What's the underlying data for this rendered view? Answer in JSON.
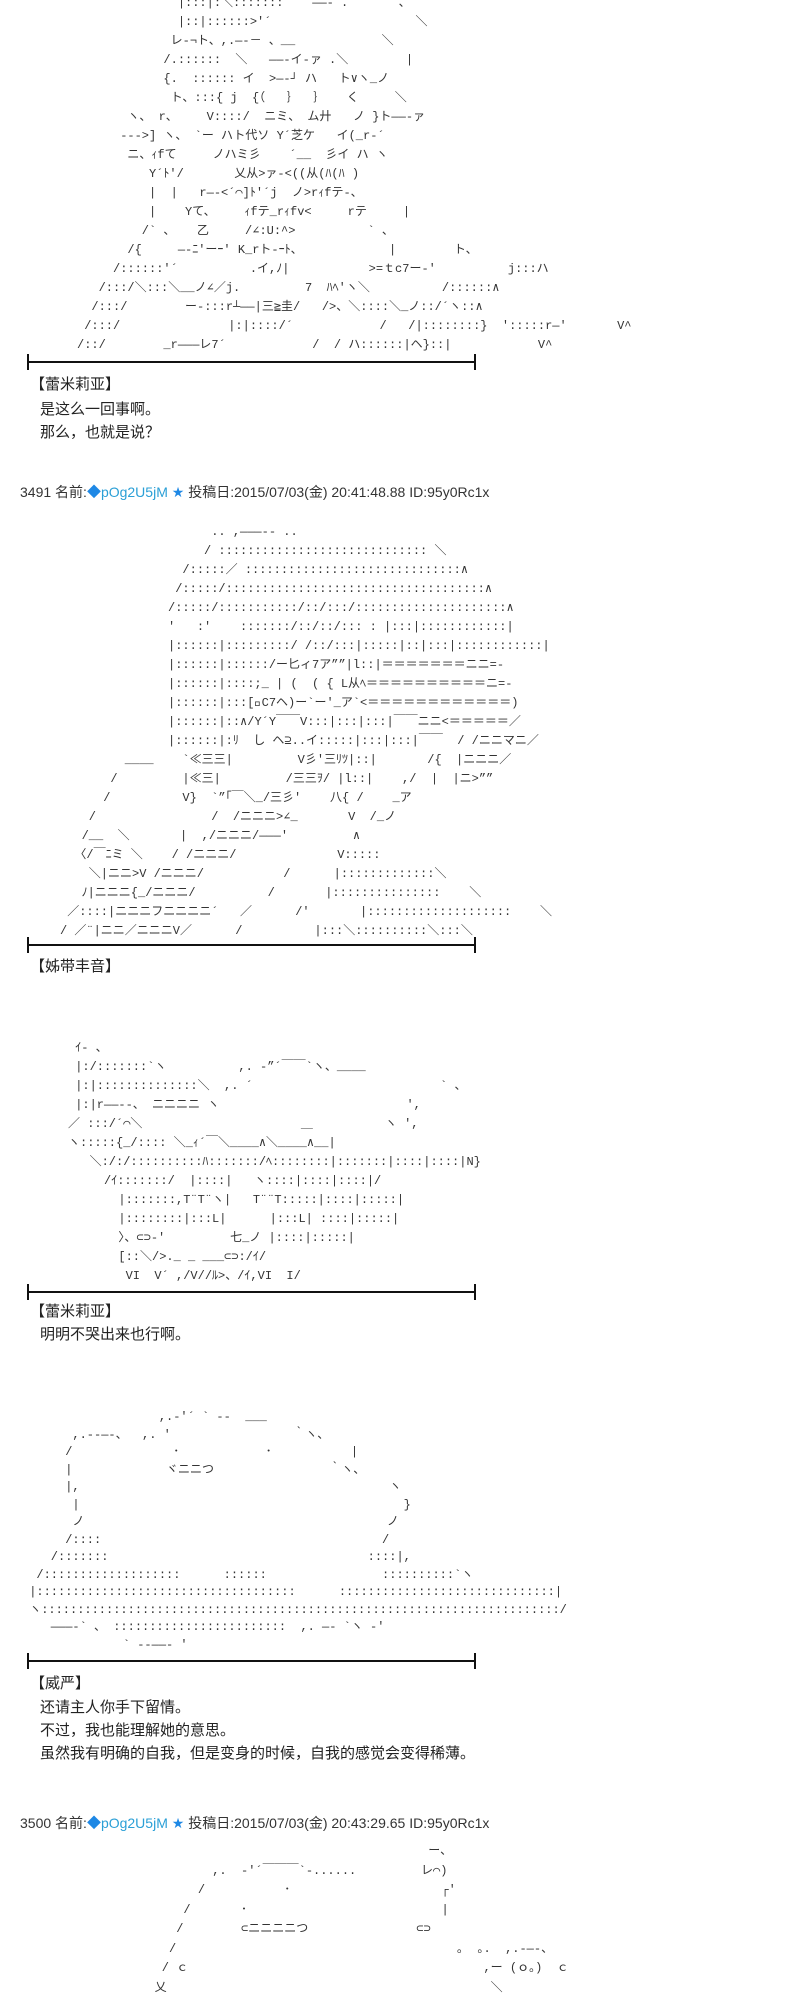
{
  "sections": [
    {
      "art": [
        "              |:::|:＼:::::::    ――‐ .     ` 、",
        "              |::|::::::>'´                    ＼",
        "             レ‐¬ト、,.―‐－ 、__            ＼",
        "            /.::::::  ＼   ――‐イ-ァ .＼        |",
        "            {.  :::::: イ  >―‐┘ ハ   ト∨ヽ_ノ",
        "             ト、:::{ j  {（   ｝  ｝   く     ＼",
        "       ヽ、 r、    V::::/  ニミ、 ム廾   ノ }ト――‐ァ",
        "      --->] ヽ、 `ー ハト代ソ Y´芝ケ   イ(_r‐´",
        "       ニ、ｨfて     ノハミ彡    ´__  彡イ ハ ヽ",
        "          Y´ﾄ'/       乂从>ァ‐<((从(ﾊ(ﾊ )",
        "          |  |   r―‐<´⌒]ﾄ'´j  ノ>rｨfテ-、",
        "          |    Yて、    ｨfテ_rｨfv<     rテ     |",
        "         /` 、   乙     /∠:U:^>          ` 、",
        "       /{     ―‐ﾆ'ーｰ' K_rト-ｰﾄ、            |        ト、",
        "     /::::::'´          .イ,ﾉ|           >=ｔc7ー‐'          j:::ハ",
        "   /:::/＼:::＼__ノ∠／j.         7  ﾊﾍ'ヽ＼          /::::::∧",
        "  /:::/        ー-:::r┴――|三≧圭/   />、＼::::＼_ノ::/´ヽ::∧",
        " /:::/               |:|::::/´            /   /|::::::::}  ':::::r―'       V^",
        "/::/        _r―――レ7´            /  / ハ::::::|ヘ}::|            V^"
      ],
      "speaker": "【蕾米莉亚】",
      "lines": [
        "是这么一回事啊。",
        "那么，也就是说？"
      ]
    },
    {
      "header": {
        "number": "3491",
        "name_label": "名前:",
        "diamond": "◆",
        "trip": "pOg2U5jM",
        "star": "★",
        "date_label": "投稿日:",
        "datetime": "2015/07/03(金) 20:41:48.88",
        "id": "ID:95y0Rc1x"
      },
      "art": [
        "                     .. ,―――‐- ..",
        "                    / ::::::::::::::::::::::::::::: ＼",
        "                 /:::::／ ::::::::::::::::::::::::::::::∧",
        "                /:::::/::::::::::::::::::::::::::::::::::::∧",
        "               /:::::/:::::::::::/::/:::/:::::::::::::::::::::∧",
        "               '   :'    :::::::/::/::/::: : |:::|::::::::::::|",
        "               |::::::|:::::::::/ /::/:::|:::::|::|:::|::::::::::::|",
        "               |::::::|::::::/ー匕ィ7ア””|l::|＝＝＝＝＝＝＝ニニ=‐",
        "               |::::::|::::;_ | (  ( { L从ﾍ＝＝＝＝＝＝＝＝＝＝ニ=‐",
        "               |::::::|:::[ﾟC7ヘ)ー`ー'_ア`<＝＝＝＝＝＝＝＝＝＝＝＝)",
        "               |::::::|::∧/Y´Y￣￣V:::|:::|:::|￣￣ニニ<＝＝＝＝＝／",
        "               |::::::|:ﾘ  し ヘ⊇..イ:::::|:::|:::|￣￣  / /ニニマニ／",
        "         ____    `≪三三|         V彡'三ﾘﾂ|::|       /{  |ニニニ／",
        "       /         |≪三|         /三三ｦ/ |l::|    ,/  |  |ニ>””",
        "      /          V}  `”「￣＼_/三彡'    八{ /    _ア",
        "    /                /  /ニニニ>∠_       V  /_ノ",
        "   /__  ＼       |  ,/ニニニ/―――'         ∧",
        "  〈/￣ﾆミ ＼    / /ニニニ/              V:::::",
        "    ＼|ニニ>V /ニニニ/           /      |:::::::::::::＼",
        "   ﾉ|ニニニ{_/ニニニ/          /       |:::::::::::::::    ＼",
        " ／::::|ニニニフニニニニ´   ／      /'       |::::::::::::::::::::    ＼",
        "/ ／¨|ニニ／ニニニV／      /          |:::＼::::::::::＼:::＼"
      ],
      "speaker": "【姊带丰音】",
      "art2": [
        " ｲ‐ 、",
        " |:/:::::::`ヽ          ,. -”´￣￣`ヽ、____",
        " |:|::::::::::::::＼  ,. ´                          ` 、",
        " |:|r――‐-、 ニニニニ ヽ                          ',",
        "／ :::/´⌒＼                      ＿          ヽ ',",
        "ヽ:::::{_/:::: ＼_ｨ´￣＼____∧＼____∧__|",
        "   ＼:/:/::::::::::ﾊ:::::::/ﾍ::::::::|:::::::|::::|::::|N}",
        "     /ｲ:::::::/  |::::|   ヽ::::|::::|::::|/",
        "       |:::::::,T¨T¨ヽ|   T¨¨T:::::|::::|:::::|",
        "       |::::::::|:::L|      |:::L| ::::|:::::|",
        "       〉、⊂⊃-'         七_ノ |::::|:::::|",
        "       [::＼/>._ _ ___⊂⊃:/ｲ/",
        "        VI  V´ ,/V//ﾙ>、/ｲ,VI  I/"
      ],
      "speaker2": "【蕾米莉亚】",
      "lines2": [
        "明明不哭出来也行啊。"
      ],
      "art3": [
        "                   ,.-'´ ` ‐-  ___",
        "       ,.--―-、  ,. '                 ｀ヽ、",
        "      /              ･            ･           |",
        "      |             ヾニニつ                ｀ヽ、",
        "      |,                                           ヽ",
        "       |                                             }",
        "       ノ                                          ノ",
        "      /::::                                       /",
        "    /:::::::                                    ::::|,",
        "  /:::::::::::::::::::      ::::::                ::::::::::`ヽ",
        " |::::::::::::::::::::::::::::::::::::      ::::::::::::::::::::::::::::::|",
        " ヽ::::::::::::::::::::::::::::::::::::::::::::::::::::::::::::::::::::::::/",
        "    ―――-` 、 ::::::::::::::::::::::::  ,. ―‐ `ヽ ‐'",
        "              ` ‐-――‐ '"
      ],
      "speaker3": "【威严】",
      "lines3": [
        "还请主人你手下留情。",
        "不过，我也能理解她的意思。",
        "虽然我有明确的自我，但是变身的时候，自我的感觉会变得稀薄。"
      ]
    },
    {
      "header": {
        "number": "3500",
        "name_label": "名前:",
        "diamond": "◆",
        "trip": "pOg2U5jM",
        "star": "★",
        "date_label": "投稿日:",
        "datetime": "2015/07/03(金) 20:43:29.65",
        "id": "ID:95y0Rc1x"
      },
      "art": [
        "                                              ー、",
        "                ,.  ‐'´￣￣￣`‐......         レ⌒)",
        "              /           ･                     ┌'",
        "            /       ･                           |",
        "           /        ⊂ニニニニつ               ⊂⊃",
        "          /                                       ｡  ｡.  ,.-―-、",
        "         / ｃ                                         ,ー (ｏ｡)  ｃ",
        "        乂                                             ＼"
      ]
    }
  ]
}
